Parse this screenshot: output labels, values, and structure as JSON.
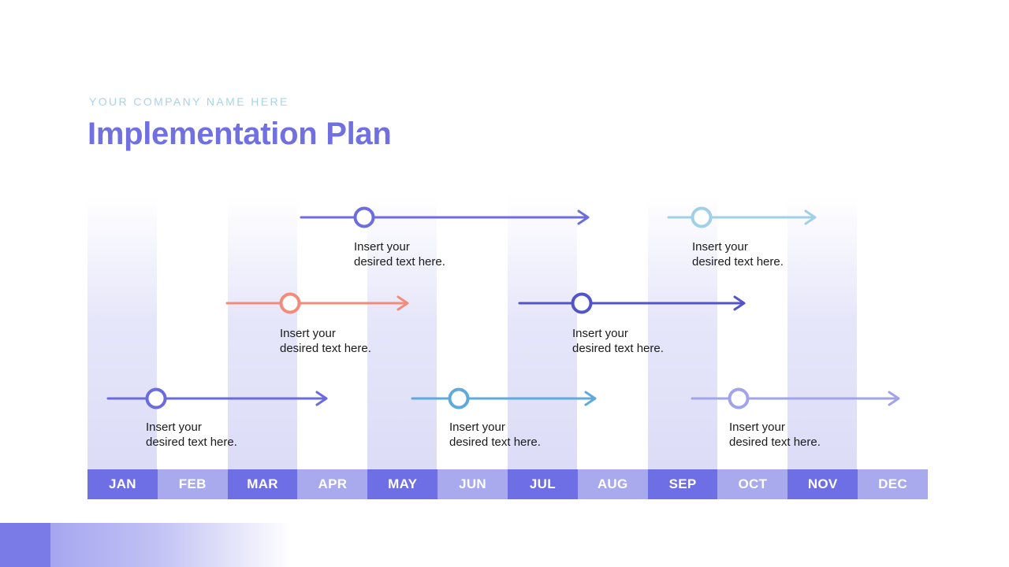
{
  "header": {
    "company": "YOUR COMPANY NAME HERE",
    "title": "Implementation Plan"
  },
  "months": [
    "JAN",
    "FEB",
    "MAR",
    "APR",
    "MAY",
    "JUN",
    "JUL",
    "AUG",
    "SEP",
    "OCT",
    "NOV",
    "DEC"
  ],
  "items": [
    {
      "line1": "Insert your",
      "line2": "desired text here.",
      "color": "#6b6be0"
    },
    {
      "line1": "Insert your",
      "line2": "desired text here.",
      "color": "#f28b7a"
    },
    {
      "line1": "Insert your",
      "line2": "desired text here.",
      "color": "#6d6ddf"
    },
    {
      "line1": "Insert your",
      "line2": "desired text here.",
      "color": "#5fa9db"
    },
    {
      "line1": "Insert your",
      "line2": "desired text here.",
      "color": "#5353cc"
    },
    {
      "line1": "Insert your",
      "line2": "desired text here.",
      "color": "#9fd0e6"
    },
    {
      "line1": "Insert your",
      "line2": "desired text here.",
      "color": "#a3a3ea"
    }
  ],
  "colors": {
    "title": "#7070e0",
    "company": "#a8d4e6",
    "month_dark": "#6f6fe5",
    "month_light": "#a9a9ed"
  }
}
